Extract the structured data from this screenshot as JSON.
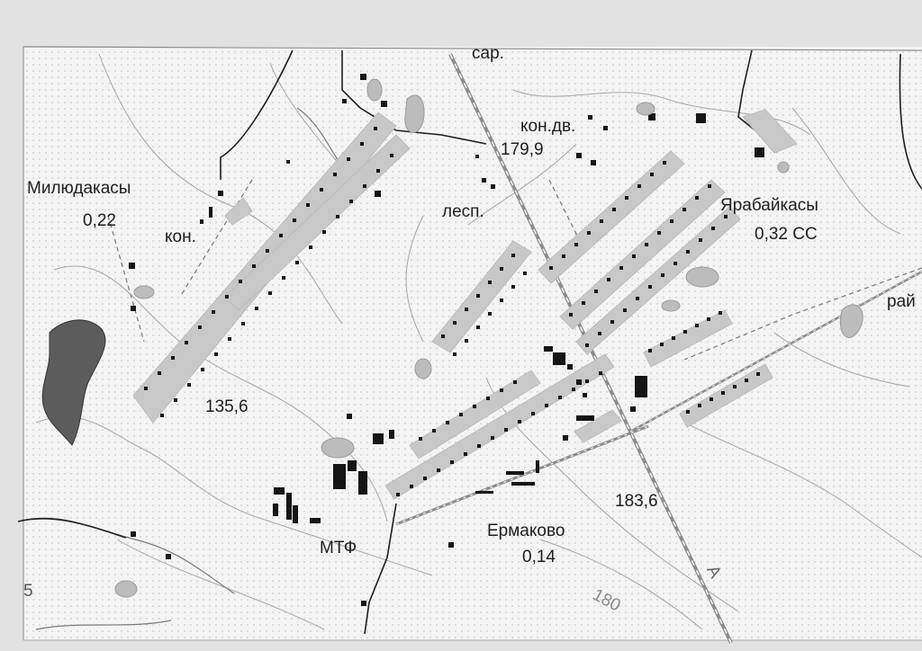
{
  "map": {
    "labels": {
      "sar": "сар.",
      "kon_dv": "кон.дв.",
      "elev_179": "179,9",
      "milyudakasy": "Милюдакасы",
      "milyudakasy_val": "0,22",
      "kon": "кон.",
      "lesp": "лесп.",
      "yarabaikasy": "Ярабайкасы",
      "yarabaikasy_val": "0,32 СС",
      "rai": "рай",
      "elev_135": "135,6",
      "elev_183": "183,6",
      "ermakovo": "Ермаково",
      "ermakovo_val": "0,14",
      "mtf": "МТФ",
      "contour_180": "180",
      "road_a": "А",
      "edge_5": "5"
    },
    "colors": {
      "paper": "#f4f4f4",
      "lot_fill": "#c6c6c6",
      "pond": "#bdbdbd",
      "forest": "#5c5c5c",
      "building": "#151515",
      "line": "#1e1e1e",
      "contour": "#9a9a9a"
    }
  }
}
